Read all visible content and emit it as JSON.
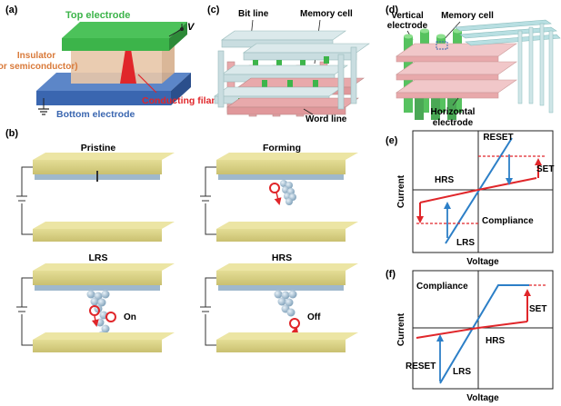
{
  "panels": {
    "a": {
      "tag": "(a)",
      "top_electrode": "Top electrode",
      "voltage": "V",
      "insulator_line1": "Insulator",
      "insulator_line2": "(or semiconductor)",
      "conducting_filament": "Conducting filament",
      "bottom_electrode": "Bottom electrode"
    },
    "b": {
      "tag": "(b)",
      "states": [
        "Pristine",
        "Forming",
        "LRS",
        "HRS"
      ],
      "on_label": "On",
      "off_label": "Off"
    },
    "c": {
      "tag": "(c)",
      "bit_line": "Bit line",
      "memory_cell": "Memory cell",
      "word_line": "Word line"
    },
    "d": {
      "tag": "(d)",
      "vertical_line1": "Vertical",
      "vertical_line2": "electrode",
      "memory_cell": "Memory cell",
      "horizontal_line1": "Horizontal",
      "horizontal_line2": "electrode"
    },
    "e": {
      "tag": "(e)",
      "reset": "RESET",
      "set": "SET",
      "hrs": "HRS",
      "compliance": "Compliance",
      "lrs": "LRS",
      "ylabel": "Current",
      "xlabel": "Voltage"
    },
    "f": {
      "tag": "(f)",
      "compliance": "Compliance",
      "set": "SET",
      "hrs": "HRS",
      "reset": "RESET",
      "lrs": "LRS",
      "ylabel": "Current",
      "xlabel": "Voltage"
    }
  },
  "colors": {
    "top_electrode": "#3cb44a",
    "bottom_electrode": "#3a66b0",
    "insulator": "#e8c6a8",
    "filament": "#e0262a",
    "pad": "#ddd68a",
    "lrs_line": "#2c7fc7",
    "sweep_arrow": "#e0262a",
    "bitline": "#c9dde0",
    "wordline": "#e8a9ab",
    "memory_cell": "#3db54a"
  }
}
